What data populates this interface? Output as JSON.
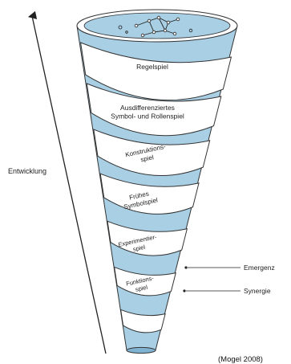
{
  "axis": {
    "label": "Entwicklung"
  },
  "stages": [
    {
      "lines": [
        "Regelspiel"
      ]
    },
    {
      "lines": [
        "Ausdifferenziertes",
        "Symbol- und Rollenspiel"
      ]
    },
    {
      "lines": [
        "Konstruktions-",
        "spiel"
      ]
    },
    {
      "lines": [
        "Frühes",
        "Symbolspiel"
      ]
    },
    {
      "lines": [
        "Experimentier-",
        "spiel"
      ]
    },
    {
      "lines": [
        "Funktions-",
        "spiel"
      ]
    }
  ],
  "annotations": {
    "emergence": "Emergenz",
    "synergy": "Synergie"
  },
  "citation": "(Mogel 2008)",
  "colors": {
    "water": "#a9cfe4",
    "water_dark": "#7fb3d1",
    "band": "#ffffff",
    "outline": "#333333"
  }
}
